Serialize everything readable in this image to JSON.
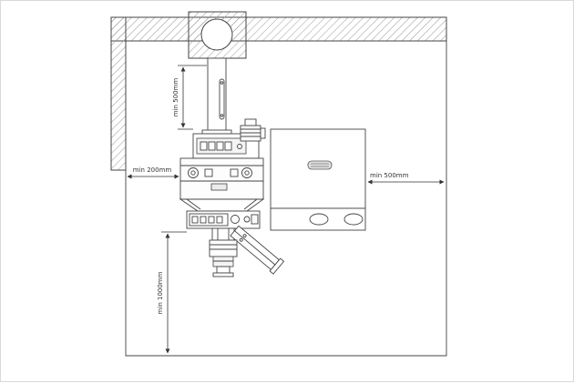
{
  "diagram": {
    "kind": "boiler-installation-clearance-drawing",
    "dimensions": {
      "flue_side": "min 500mm",
      "left_side": "min 200mm",
      "right_side": "min 500mm",
      "front_bottom": "min 1000mm"
    },
    "colors": {
      "line": "#444444",
      "hatch": "#999999",
      "background": "#ffffff"
    }
  }
}
